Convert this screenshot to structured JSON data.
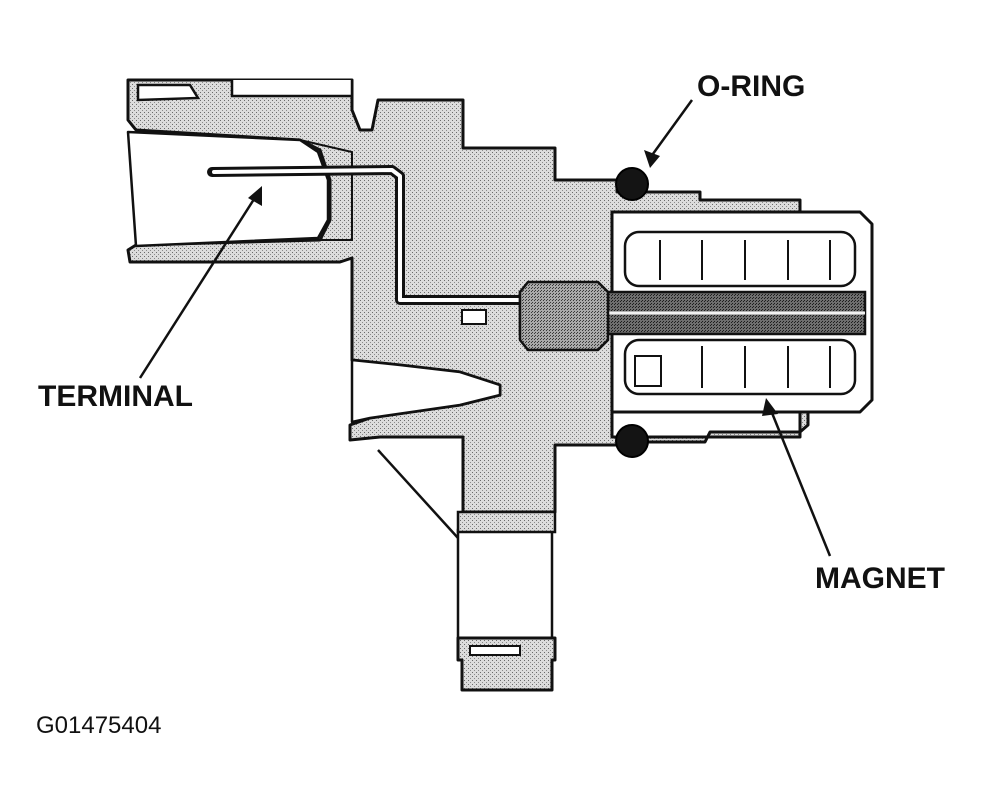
{
  "callouts": {
    "oring": "O-RING",
    "terminal": "TERMINAL",
    "magnet": "MAGNET"
  },
  "figure_id": "G01475404",
  "colors": {
    "ink": "#111111",
    "stipple_bg": "#d9d9d9",
    "stipple_dot": "#6f6f6f",
    "oring_fill": "#141414",
    "paper": "#ffffff"
  }
}
